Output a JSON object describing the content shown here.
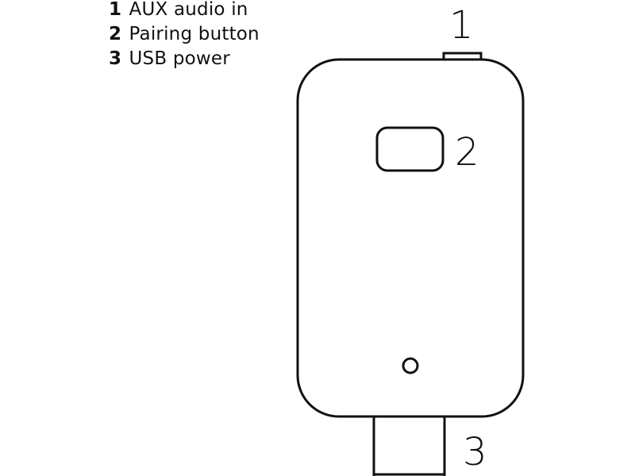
{
  "legend": {
    "items": [
      {
        "number": "1",
        "label": "AUX audio in"
      },
      {
        "number": "2",
        "label": "Pairing button"
      },
      {
        "number": "3",
        "label": "USB power"
      }
    ]
  },
  "callouts": {
    "aux": "1",
    "pairing": "2",
    "usb": "3"
  },
  "colors": {
    "stroke": "#111111",
    "background": "#ffffff"
  }
}
